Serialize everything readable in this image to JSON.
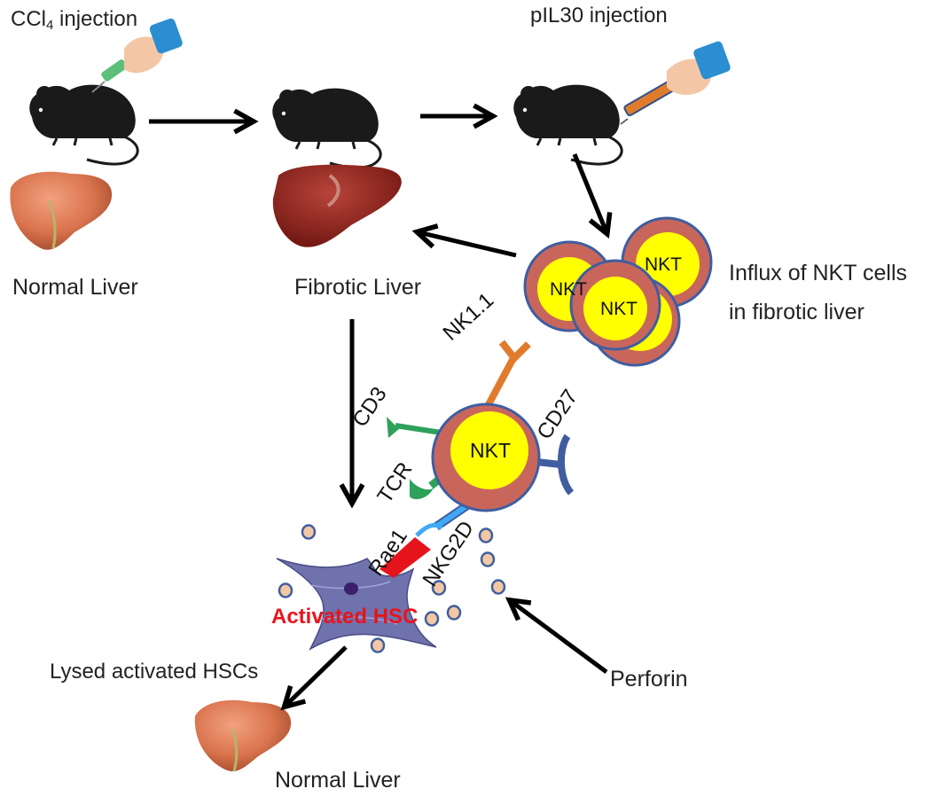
{
  "top": {
    "ccl4_prefix": "CCl",
    "ccl4_sub": "4",
    "ccl4_suffix": " injection",
    "pil30_label": "pIL30 injection"
  },
  "labels": {
    "normal_liver_top": "Normal Liver",
    "fibrotic_liver": "Fibrotic Liver",
    "influx_line1": "Influx of NKT cells",
    "influx_line2": "in fibrotic liver",
    "lysed": "Lysed activated HSCs",
    "normal_liver_bottom": "Normal Liver",
    "perforin": "Perforin",
    "activated_hsc": "Activated HSC"
  },
  "cell": {
    "nkt": "NKT",
    "receptors": {
      "nk11": "NK1.1",
      "cd3": "CD3",
      "tcr": "TCR",
      "cd27": "CD27",
      "rae1": "Rae1",
      "nkg2d": "NKG2D"
    }
  },
  "colors": {
    "nkt_fill": "#ffff00",
    "nkt_ring": "#c9665c",
    "nkt_outline": "#3f5ea0",
    "hsc_fill": "#6f72ad",
    "hsc_text": "#e8141c",
    "perforin_fill": "#f2c7a3",
    "liver_normal": "#d9744e",
    "liver_fibrotic": "#8b1f16",
    "arrow": "#000000"
  }
}
